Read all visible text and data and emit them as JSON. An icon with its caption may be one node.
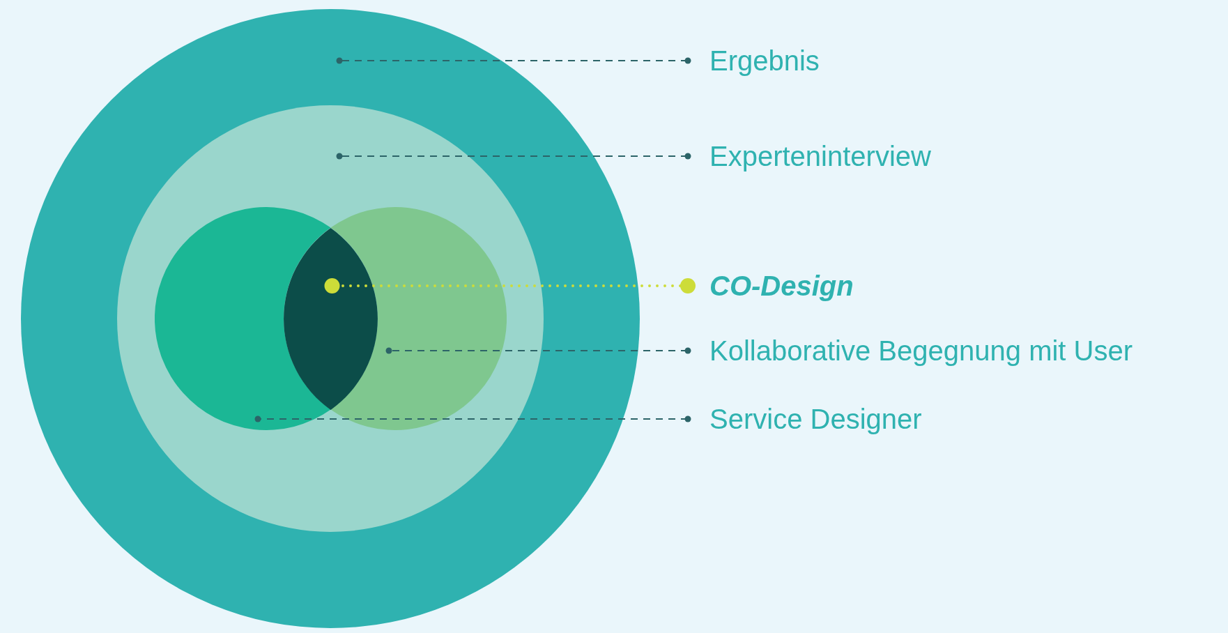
{
  "diagram": {
    "nodes": [
      {
        "text": [],
        "shape": "circle"
      },
      {
        "text": [],
        "shape": "circle",
        "in": 0
      },
      {
        "text": [],
        "shape": "circle",
        "in": 1
      },
      {
        "text": [],
        "shape": "circle",
        "in": 1
      },
      {
        "text": [],
        "shape": "lens",
        "in": 1
      },
      {
        "text": [
          "Ergebnis"
        ]
      },
      {
        "text": [
          "Experteninterview"
        ]
      },
      {
        "text": [
          "CO-Design"
        ]
      },
      {
        "text": [
          "Kollaborative Begegnung mit User"
        ]
      },
      {
        "text": [
          "Service Designer"
        ]
      }
    ],
    "edges": [
      {
        "from": 5,
        "to": 0,
        "arrow": "other",
        "style": "dashed"
      },
      {
        "from": 6,
        "to": 1,
        "arrow": "other",
        "style": "dashed"
      },
      {
        "from": 7,
        "to": 4,
        "arrow": "other",
        "style": "dashed",
        "color": "#cddc39"
      },
      {
        "from": 8,
        "to": 3,
        "arrow": "other",
        "style": "dashed"
      },
      {
        "from": 9,
        "to": 2,
        "arrow": "other",
        "style": "dashed"
      }
    ]
  }
}
